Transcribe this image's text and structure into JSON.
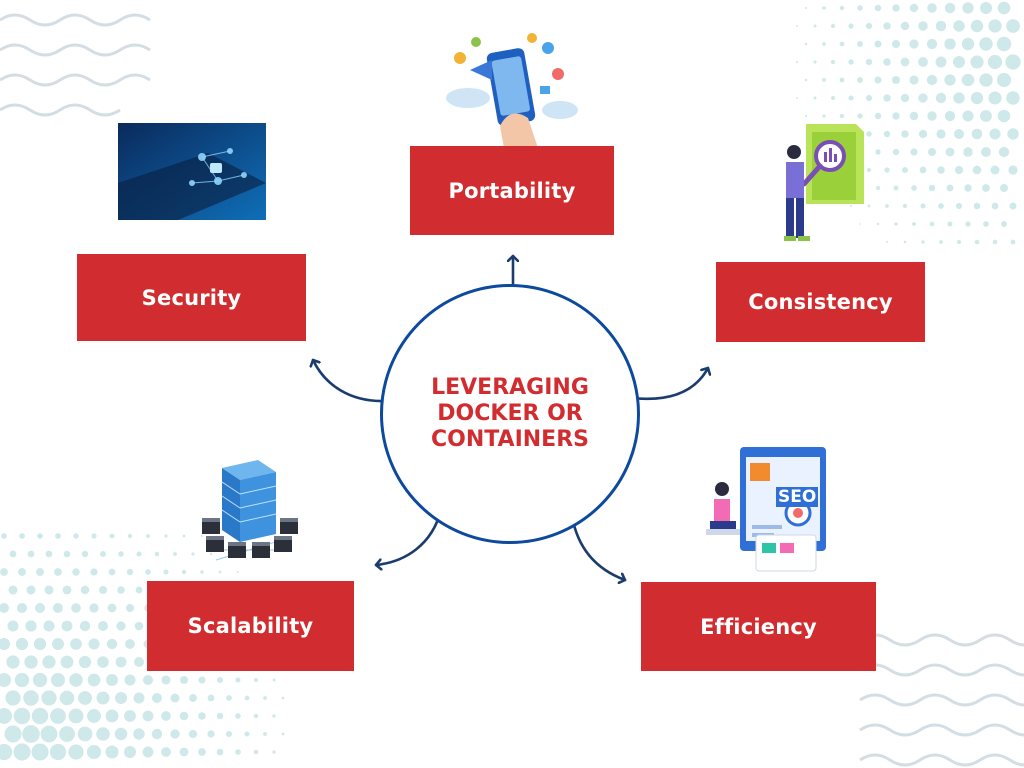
{
  "diagram": {
    "center": {
      "text": "LEVERAGING\nDOCKER OR\nCONTAINERS"
    },
    "nodes": {
      "portability": "Portability",
      "security": "Security",
      "consistency": "Consistency",
      "scalability": "Scalability",
      "efficiency": "Efficiency"
    },
    "illustrations": {
      "efficiency_seo_label": "SEO"
    },
    "colors": {
      "box": "#d12c2f",
      "circle": "#0d4a9e",
      "arrow": "#1a3d6e",
      "center_text": "#d12c2f",
      "dots": "#cfe8ea",
      "waves": "#d4dde3"
    }
  }
}
